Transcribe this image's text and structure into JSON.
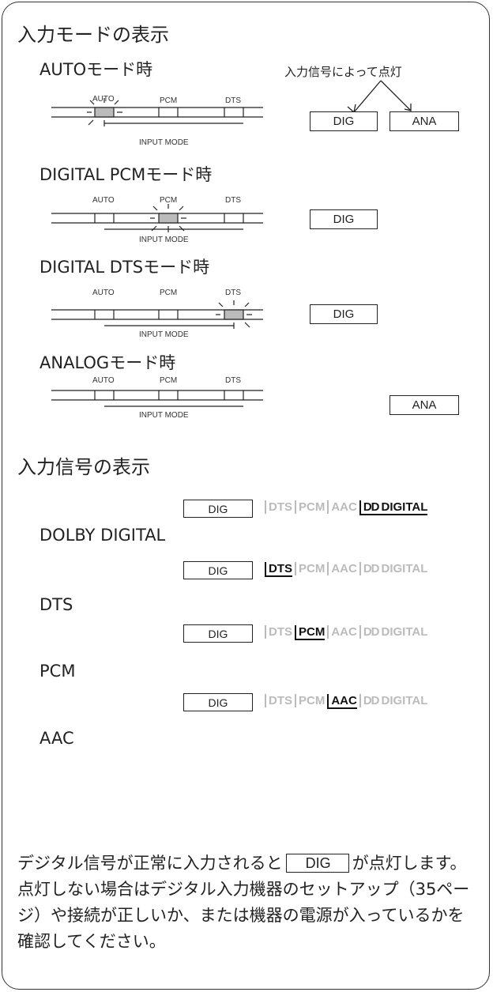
{
  "title_input_mode": "入力モードの表示",
  "modes": [
    {
      "heading": "AUTOモード時",
      "lit": "AUTO",
      "indicators": [
        "DIG",
        "ANA"
      ],
      "note": "入力信号によって点灯"
    },
    {
      "heading": "DIGITAL PCMモード時",
      "lit": "PCM",
      "indicators": [
        "DIG"
      ]
    },
    {
      "heading": "DIGITAL DTSモード時",
      "lit": "DTS",
      "indicators": [
        "DIG"
      ]
    },
    {
      "heading": "ANALOGモード時",
      "lit": "",
      "indicators": [
        "ANA"
      ]
    }
  ],
  "panel_labels": {
    "auto": "AUTO",
    "pcm": "PCM",
    "dts": "DTS",
    "input_mode": "INPUT MODE"
  },
  "title_input_signal": "入力信号の表示",
  "signals": [
    {
      "name": "DOLBY DIGITAL",
      "dig": "DIG",
      "lit": "DIGITAL"
    },
    {
      "name": "DTS",
      "dig": "DIG",
      "lit": "DTS"
    },
    {
      "name": "PCM",
      "dig": "DIG",
      "lit": "PCM"
    },
    {
      "name": "AAC",
      "dig": "DIG",
      "lit": "AAC"
    }
  ],
  "segment_labels": {
    "dts": "DTS",
    "pcm": "PCM",
    "aac": "AAC",
    "digital": "DIGITAL",
    "dolby_mark": "DD"
  },
  "footer": {
    "line1_before": "デジタル信号が正常に入力されると",
    "box": "DIG",
    "line1_after": "が点灯",
    "rest": "します。点灯しない場合はデジタル入力機器のセットアップ（35ページ）や接続が正しいか、または機器の電源が入っているかを確認してください。"
  }
}
